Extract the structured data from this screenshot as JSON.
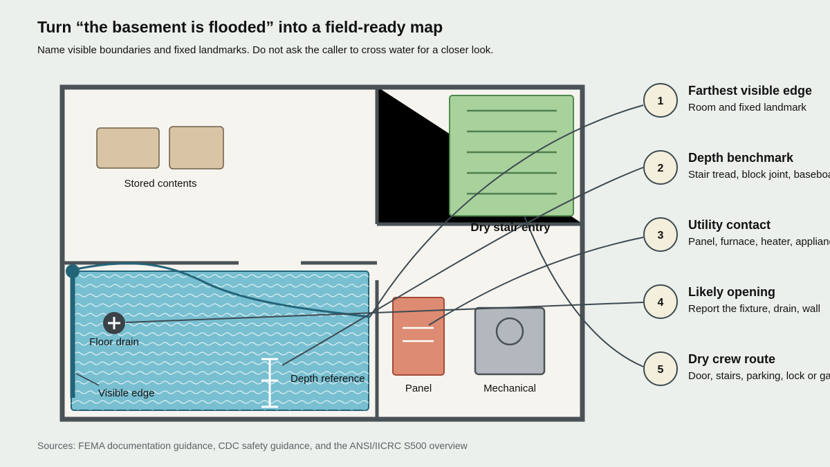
{
  "header": {
    "title": "Turn “the basement is flooded” into a field-ready map",
    "subtitle": "Name visible boundaries and fixed landmarks. Do not ask the caller to cross water for a closer look."
  },
  "diagram": {
    "labels": {
      "stored_contents": "Stored contents",
      "dry_stair_entry": "Dry stair entry",
      "floor_drain": "Floor drain",
      "visible_edge": "Visible edge",
      "depth_reference": "Depth reference",
      "panel": "Panel",
      "mechanical": "Mechanical"
    },
    "callouts": [
      {
        "number": "1",
        "title": "Farthest visible edge",
        "desc": "Room and fixed landmark"
      },
      {
        "number": "2",
        "title": "Depth benchmark",
        "desc": "Stair tread, block joint, baseboard"
      },
      {
        "number": "3",
        "title": "Utility contact",
        "desc": "Panel, furnace, heater, appliance"
      },
      {
        "number": "4",
        "title": "Likely opening",
        "desc": "Report the fixture, drain, wall"
      },
      {
        "number": "5",
        "title": "Dry crew route",
        "desc": "Door, stairs, parking, lock or gate"
      }
    ],
    "colors": {
      "background": "#ebf0ec",
      "walls": "#4b5257",
      "floor": "#f6f4ef",
      "water": "#78bfd1",
      "water_edge": "#236478",
      "stairs": "#a8d19c",
      "panel": "#dd8b72",
      "mechanical": "#b3b8bf",
      "boxes": "#d9c4a5",
      "callout_circle": "#f4efdc"
    }
  },
  "footer": {
    "source": "Sources: FEMA documentation guidance, CDC safety guidance, and the ANSI/IICRC S500 overview"
  }
}
